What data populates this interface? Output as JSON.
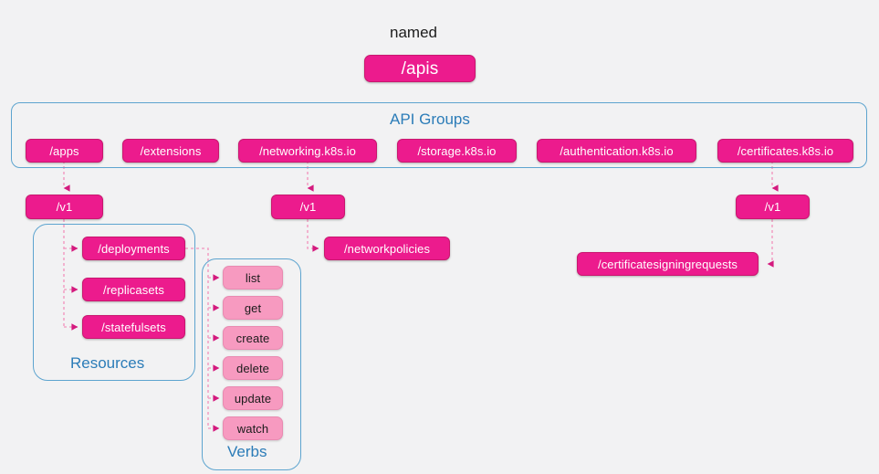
{
  "diagram": {
    "title": "named",
    "root": {
      "label": "/apis"
    },
    "api_groups": {
      "section_label": "API Groups",
      "items": [
        {
          "label": "/apps"
        },
        {
          "label": "/extensions"
        },
        {
          "label": "/networking.k8s.io"
        },
        {
          "label": "/storage.k8s.io"
        },
        {
          "label": "/authentication.k8s.io"
        },
        {
          "label": "/certificates.k8s.io"
        }
      ]
    },
    "versions": [
      {
        "label": "/v1"
      },
      {
        "label": "/v1"
      },
      {
        "label": "/v1"
      }
    ],
    "resources_box": {
      "section_label": "Resources",
      "items": [
        {
          "label": "/deployments"
        },
        {
          "label": "/replicasets"
        },
        {
          "label": "/statefulsets"
        }
      ]
    },
    "verbs_box": {
      "section_label": "Verbs",
      "items": [
        {
          "label": "list"
        },
        {
          "label": "get"
        },
        {
          "label": "create"
        },
        {
          "label": "delete"
        },
        {
          "label": "update"
        },
        {
          "label": "watch"
        }
      ]
    },
    "standalone_resources": [
      {
        "label": "/networkpolicies"
      },
      {
        "label": "/certificatesigningrequests"
      }
    ],
    "colors": {
      "background": "#f2f2f3",
      "node_pink": "#ec1b8d",
      "node_pink_border": "#c9176f",
      "verb_pink": "#f79ac0",
      "group_border_blue": "#5da4cf",
      "group_label_blue": "#2b7cb8",
      "connector_pink": "#f2a3c6",
      "arrowhead_pink": "#d41a7e",
      "text_dark": "#1c1c1c",
      "text_light": "#ffffff"
    }
  }
}
